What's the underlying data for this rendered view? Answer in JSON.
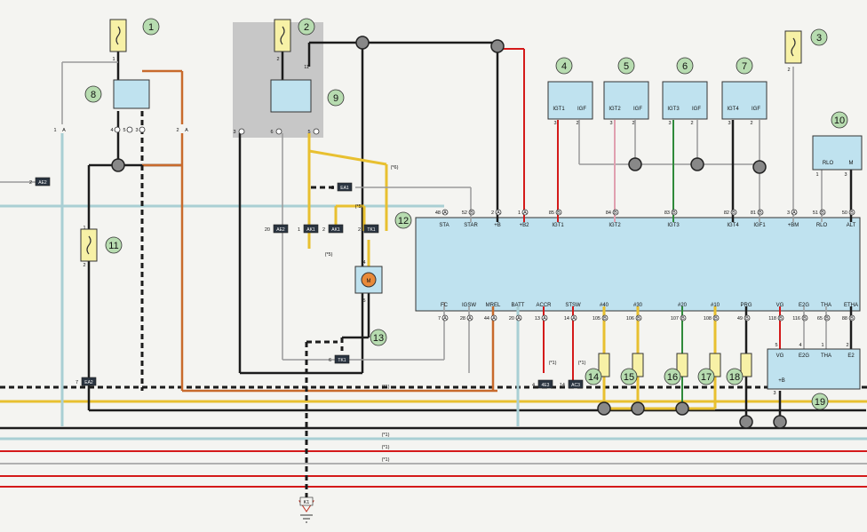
{
  "colors": {
    "ecu_fill": "#bfe2ef",
    "box_fill": "#bfe2ef",
    "callout": "#b7dcb0",
    "fuse": "#f7f1a6",
    "red": "#d41a1a",
    "yellow": "#e8c030",
    "brown": "#c86a2c",
    "green": "#2f8a3a",
    "pink": "#e0a0b0",
    "dark": "#1c1c1c",
    "grey": "#9a9a9a",
    "lightblue": "#a9cfd4",
    "relay_block": "#c7c7c7"
  },
  "callouts": [
    "1",
    "2",
    "3",
    "4",
    "5",
    "6",
    "7",
    "8",
    "9",
    "10",
    "11",
    "12",
    "13",
    "14",
    "15",
    "16",
    "17",
    "18",
    "19"
  ],
  "ecu": {
    "top_pins": [
      {
        "pin": "48",
        "conn": "A",
        "label": "STA"
      },
      {
        "pin": "52",
        "conn": "B",
        "label": "STAR"
      },
      {
        "pin": "2",
        "conn": "A",
        "label": "+B"
      },
      {
        "pin": "1",
        "conn": "A",
        "label": "+B2"
      },
      {
        "pin": "85",
        "conn": "B",
        "label": "IGT1"
      },
      {
        "pin": "84",
        "conn": "B",
        "label": "IGT2"
      },
      {
        "pin": "83",
        "conn": "B",
        "label": "IGT3"
      },
      {
        "pin": "82",
        "conn": "B",
        "label": "IGT4"
      },
      {
        "pin": "81",
        "conn": "B",
        "label": "IGF1"
      },
      {
        "pin": "3",
        "conn": "A",
        "label": "+BM"
      },
      {
        "pin": "51",
        "conn": "B",
        "label": "RLO"
      },
      {
        "pin": "50",
        "conn": "B",
        "label": "ALT"
      }
    ],
    "bottom_pins": [
      {
        "pin": "7",
        "conn": "A",
        "label": "FC"
      },
      {
        "pin": "28",
        "conn": "A",
        "label": "IGSW"
      },
      {
        "pin": "44",
        "conn": "A",
        "label": "MREL"
      },
      {
        "pin": "20",
        "conn": "A",
        "label": "BATT"
      },
      {
        "pin": "13",
        "conn": "A",
        "label": "ACCR"
      },
      {
        "pin": "14",
        "conn": "A",
        "label": "STSW"
      },
      {
        "pin": "105",
        "conn": "B",
        "label": "#40"
      },
      {
        "pin": "106",
        "conn": "B",
        "label": "#30"
      },
      {
        "pin": "107",
        "conn": "B",
        "label": "#20"
      },
      {
        "pin": "108",
        "conn": "B",
        "label": "#10"
      },
      {
        "pin": "49",
        "conn": "B",
        "label": "PRG"
      },
      {
        "pin": "118",
        "conn": "B",
        "label": "VG"
      },
      {
        "pin": "116",
        "conn": "B",
        "label": "E2G"
      },
      {
        "pin": "65",
        "conn": "B",
        "label": "THA"
      },
      {
        "pin": "88",
        "conn": "B",
        "label": "ETHA"
      }
    ]
  },
  "coils": [
    {
      "label1": "IGT1",
      "label2": "IGF",
      "pin1": "3",
      "pin2": "2"
    },
    {
      "label1": "IGT2",
      "label2": "IGF",
      "pin1": "3",
      "pin2": "2"
    },
    {
      "label1": "IGT3",
      "label2": "IGF",
      "pin1": "3",
      "pin2": "2"
    },
    {
      "label1": "IGT4",
      "label2": "IGF",
      "pin1": "3",
      "pin2": "2"
    }
  ],
  "box10": {
    "label1": "RLO",
    "label2": "M",
    "pin1": "1",
    "pin2": "3"
  },
  "box19": {
    "vg": "VG",
    "e2g": "E2G",
    "tha": "THA",
    "e2": "E2",
    "plus_b": "+B",
    "pin_vg": "5",
    "pin_e2g": "4",
    "pin_tha": "1",
    "pin_e2": "2",
    "pin_b": "3"
  },
  "motor": {
    "label": "M",
    "pin_top": "4",
    "pin_bottom": "5"
  },
  "connectors": [
    {
      "code": "EA1",
      "pin": "2"
    },
    {
      "code": "AE2",
      "pin": "20"
    },
    {
      "code": "AK1",
      "pin": "1"
    },
    {
      "code": "AK1",
      "pin": "2"
    },
    {
      "code": "TK1",
      "pin": "2"
    },
    {
      "code": "AE2",
      "pin": "2"
    },
    {
      "code": "EA2",
      "pin": "7"
    },
    {
      "code": "TK1",
      "pin": "6"
    },
    {
      "code": "4E3",
      "pin": "4"
    },
    {
      "code": "AC3",
      "pin": "14"
    }
  ],
  "notes": {
    "n1": "(*1)",
    "n5": "(*5)",
    "n6": "(*6)"
  },
  "ground": {
    "code": "K1"
  },
  "relay_pins": {
    "r8": [
      "4",
      "5",
      "3"
    ],
    "r9": [
      "3",
      "6",
      "5"
    ],
    "r9_top": "11"
  },
  "fuse_pins": {
    "f1": "1",
    "f2": "2"
  },
  "pin_letters": {
    "a": "A",
    "b": "B"
  }
}
